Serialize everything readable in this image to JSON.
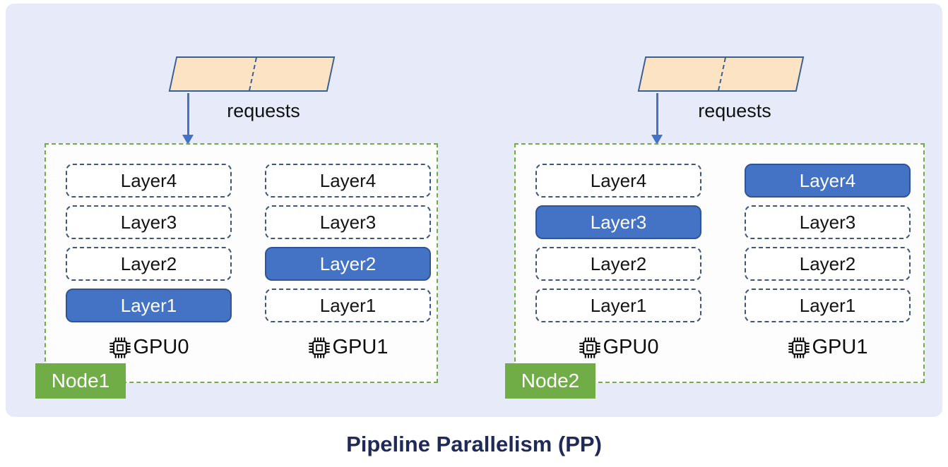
{
  "title": "Pipeline Parallelism (PP)",
  "requests_label": "requests",
  "colors": {
    "panel_bg": "#e7eaf8",
    "node_bg": "#fdfdfe",
    "node_border_green": "#70ad47",
    "badge_green": "#70ad47",
    "layer_dashed_border": "#3e567c",
    "highlight_blue": "#4472c4",
    "highlight_border": "#2f5597",
    "parallelogram_fill": "#fbe3c3",
    "parallelogram_border": "#3a5f94",
    "arrow_blue": "#4472c4",
    "title_color": "#1f2a57"
  },
  "nodes": [
    {
      "label": "Node1",
      "gpus": [
        {
          "name": "GPU0",
          "layers": [
            {
              "label": "Layer4",
              "highlighted": false
            },
            {
              "label": "Layer3",
              "highlighted": false
            },
            {
              "label": "Layer2",
              "highlighted": false
            },
            {
              "label": "Layer1",
              "highlighted": true
            }
          ]
        },
        {
          "name": "GPU1",
          "layers": [
            {
              "label": "Layer4",
              "highlighted": false
            },
            {
              "label": "Layer3",
              "highlighted": false
            },
            {
              "label": "Layer2",
              "highlighted": true
            },
            {
              "label": "Layer1",
              "highlighted": false
            }
          ]
        }
      ]
    },
    {
      "label": "Node2",
      "gpus": [
        {
          "name": "GPU0",
          "layers": [
            {
              "label": "Layer4",
              "highlighted": false
            },
            {
              "label": "Layer3",
              "highlighted": true
            },
            {
              "label": "Layer2",
              "highlighted": false
            },
            {
              "label": "Layer1",
              "highlighted": false
            }
          ]
        },
        {
          "name": "GPU1",
          "layers": [
            {
              "label": "Layer4",
              "highlighted": true
            },
            {
              "label": "Layer3",
              "highlighted": false
            },
            {
              "label": "Layer2",
              "highlighted": false
            },
            {
              "label": "Layer1",
              "highlighted": false
            }
          ]
        }
      ]
    }
  ]
}
